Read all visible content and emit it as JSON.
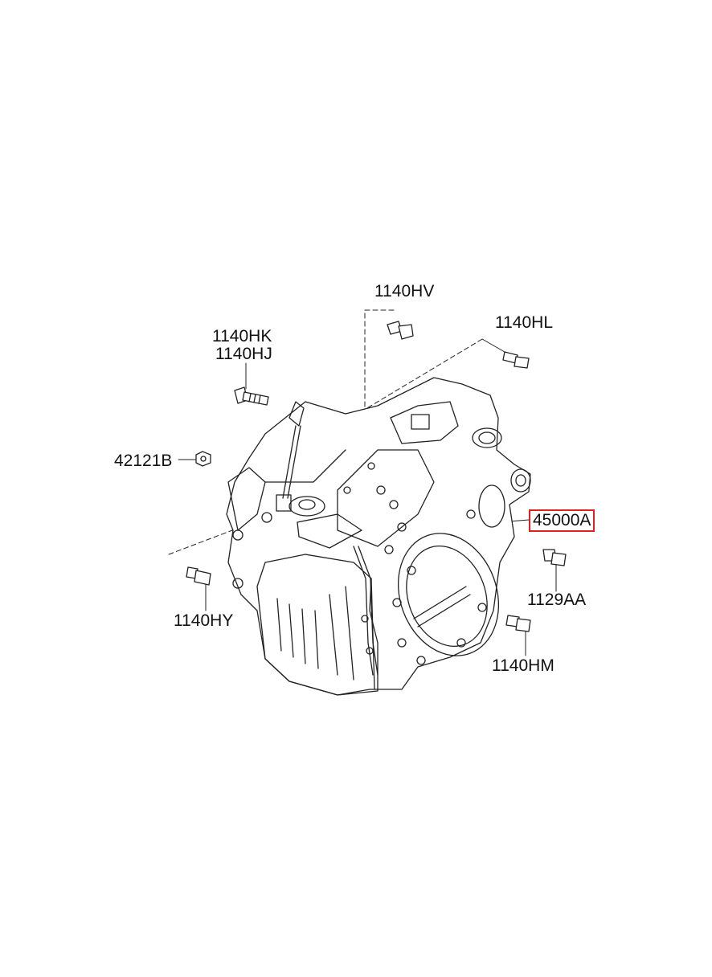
{
  "labels": {
    "hv": "1140HV",
    "hl": "1140HL",
    "hk": "1140HK",
    "hj": "1140HJ",
    "b42121": "42121B",
    "a45000": "45000A",
    "aa1129": "1129AA",
    "hy": "1140HY",
    "hm": "1140HM"
  },
  "colors": {
    "highlight": "#e0201e",
    "line": "#222222"
  }
}
